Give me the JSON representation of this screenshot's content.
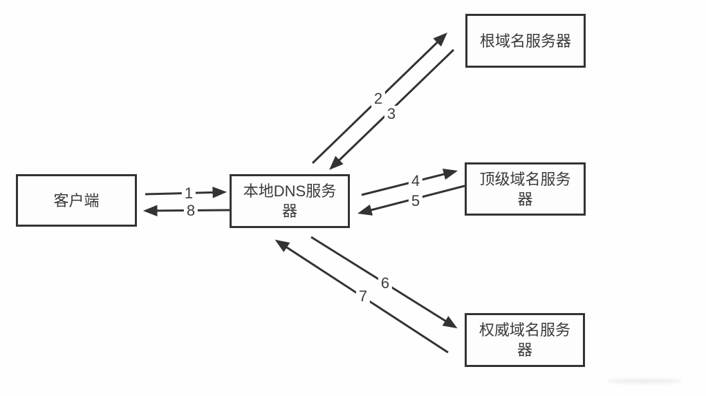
{
  "nodes": {
    "client": {
      "label": "客户端"
    },
    "local_dns": {
      "label": "本地DNS服务\n器"
    },
    "root": {
      "label": "根域名服务器"
    },
    "tld": {
      "label": "顶级域名服务\n器"
    },
    "authoritative": {
      "label": "权威域名服务\n器"
    }
  },
  "edges": {
    "e1": {
      "label": "1",
      "from": "client",
      "to": "local_dns"
    },
    "e2": {
      "label": "2",
      "from": "local_dns",
      "to": "root"
    },
    "e3": {
      "label": "3",
      "from": "root",
      "to": "local_dns"
    },
    "e4": {
      "label": "4",
      "from": "local_dns",
      "to": "tld"
    },
    "e5": {
      "label": "5",
      "from": "tld",
      "to": "local_dns"
    },
    "e6": {
      "label": "6",
      "from": "local_dns",
      "to": "authoritative"
    },
    "e7": {
      "label": "7",
      "from": "authoritative",
      "to": "local_dns"
    },
    "e8": {
      "label": "8",
      "from": "local_dns",
      "to": "client"
    }
  },
  "colors": {
    "line": "#333333",
    "text": "#3a3a3a",
    "background": "#fefefe"
  }
}
